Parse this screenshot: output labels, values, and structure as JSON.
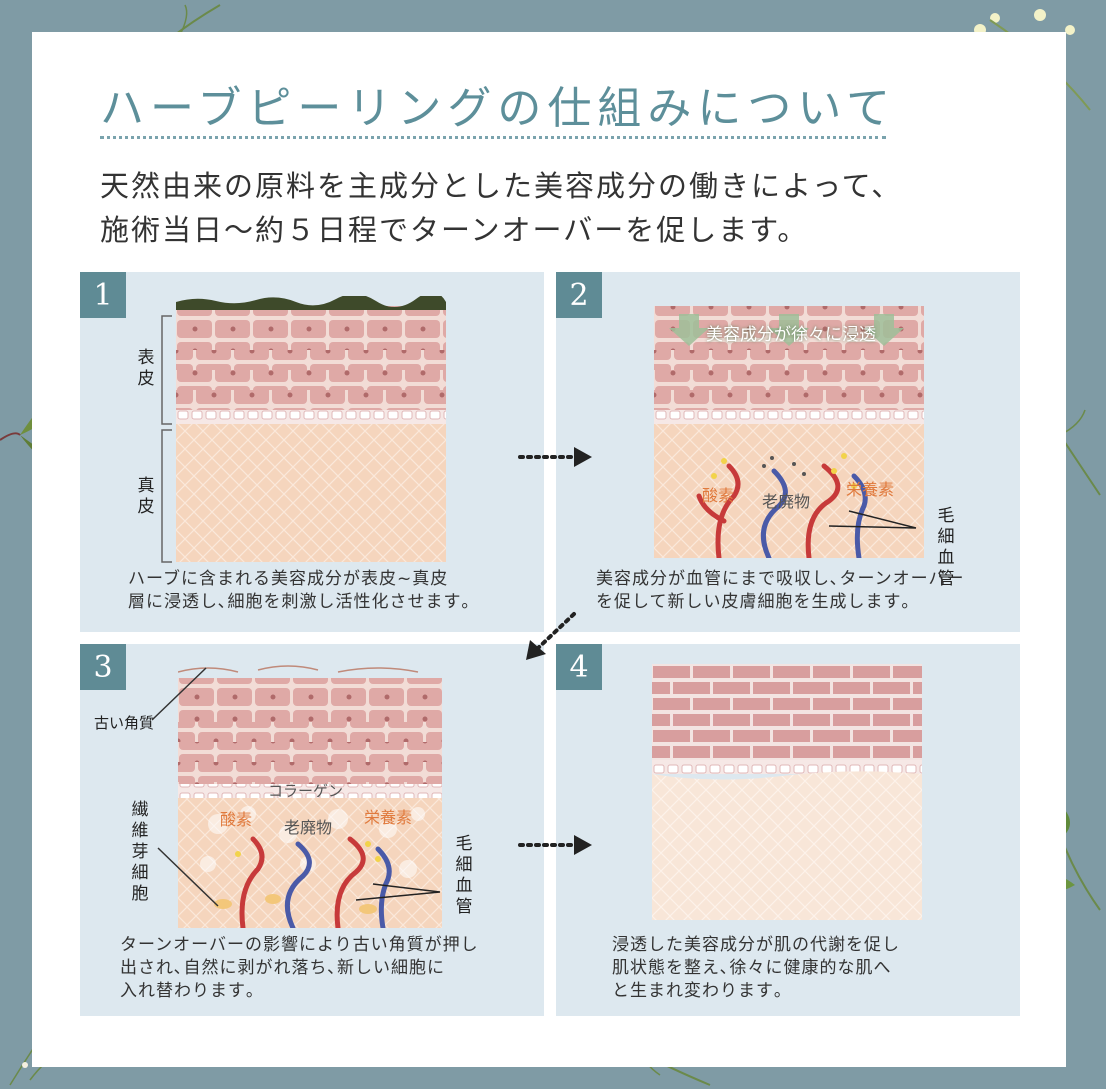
{
  "title": "ハーブピーリングの仕組みについて",
  "lead": {
    "line1": "天然由来の原料を主成分とした美容成分の働きによって、",
    "line2": "施術当日〜約５日程でターンオーバーを促します。"
  },
  "steps": [
    {
      "number": "1",
      "caption_line1": "ハーブに含まれる美容成分が表皮~真皮",
      "caption_line2": "層に浸透し､細胞を刺激し活性化させます｡",
      "label_epidermis": "表皮",
      "label_dermis": "真皮"
    },
    {
      "number": "2",
      "caption_line1": "美容成分が血管にまで吸収し､ターンオーバー",
      "caption_line2": "を促して新しい皮膚細胞を生成します｡",
      "label_penetrate": "美容成分が徐々に浸透",
      "label_oxygen": "酸素",
      "label_waste": "老廃物",
      "label_nutrients": "栄養素",
      "label_capillary": "毛細血管"
    },
    {
      "number": "3",
      "caption_line1": "ターンオーバーの影響により古い角質が押し",
      "caption_line2": "出され､自然に剥がれ落ち､新しい細胞に",
      "caption_line3": "入れ替わります｡",
      "label_old_keratin": "古い角質",
      "label_collagen": "コラーゲン",
      "label_oxygen": "酸素",
      "label_waste": "老廃物",
      "label_nutrients": "栄養素",
      "label_fibroblast": "繊維芽細胞",
      "label_capillary": "毛細血管"
    },
    {
      "number": "4",
      "caption_line1": "浸透した美容成分が肌の代謝を促し",
      "caption_line2": "肌状態を整え､徐々に健康的な肌へ",
      "caption_line3": "と生まれ変わります｡"
    }
  ],
  "colors": {
    "accent": "#5d8f9a",
    "border": "#7f9ba5",
    "panel": "#dde8ef",
    "orange_label": "#e07a3d"
  }
}
